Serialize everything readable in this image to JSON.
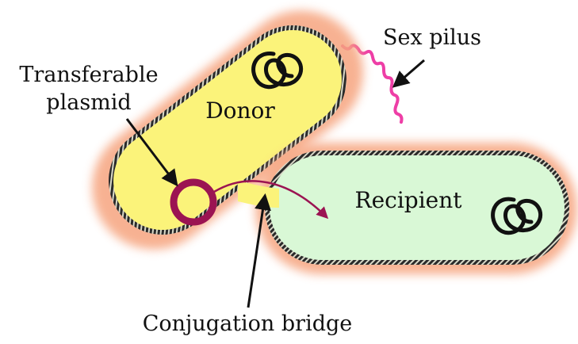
{
  "labels": {
    "donor": "Donor",
    "recipient": "Recipient",
    "sex_pilus": "Sex pilus",
    "plasmid_line1": "Transferable",
    "plasmid_line2": "plasmid",
    "bridge": "Conjugation bridge"
  },
  "colors": {
    "donor_fill": "#fbf37a",
    "recipient_fill": "#d9f8d6",
    "halo": "#f6a47f",
    "pilus": "#ee3ea6",
    "plasmid": "#9b1452",
    "outline": "#1c1c1c"
  }
}
